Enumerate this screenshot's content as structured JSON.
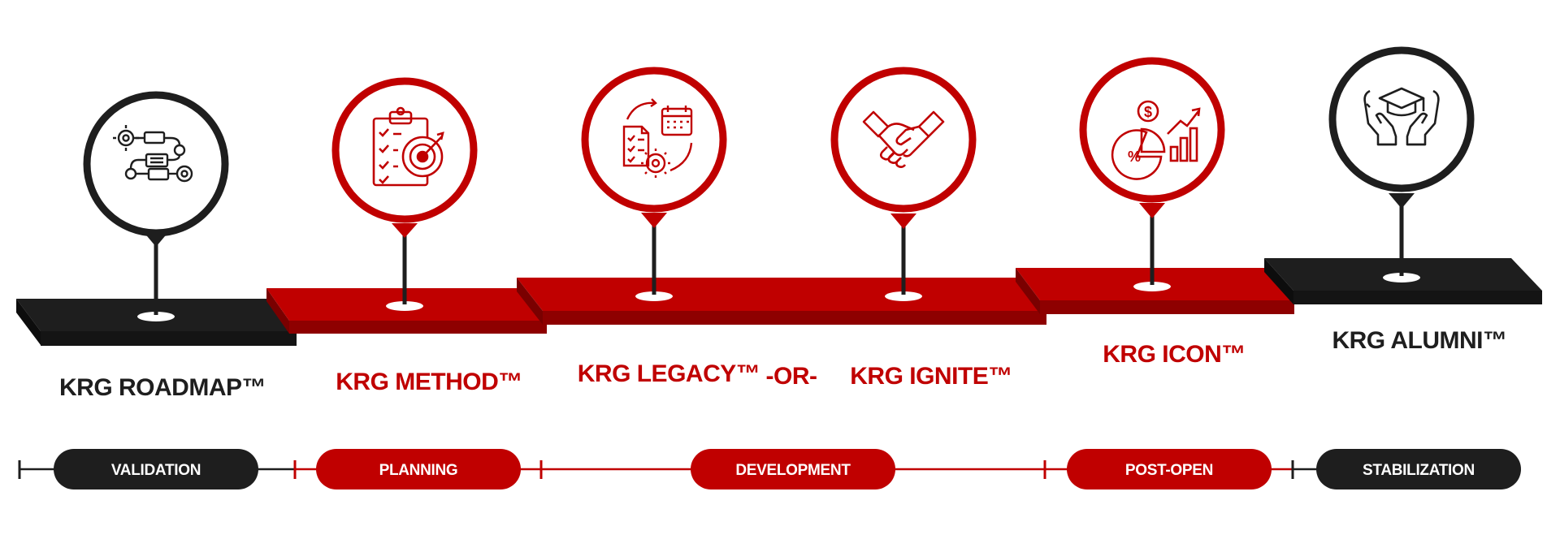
{
  "colors": {
    "red": "#c00000",
    "dark_red": "#8e0000",
    "black": "#1e1e1e",
    "white": "#ffffff"
  },
  "stages": [
    {
      "label": "KRG ROADMAP™",
      "color": "black",
      "icon": "process-flow-icon"
    },
    {
      "label": "KRG METHOD™",
      "color": "red",
      "icon": "clipboard-target-icon"
    },
    {
      "label": "KRG LEGACY™",
      "color": "red",
      "icon": "planning-cycle-icon"
    },
    {
      "label": "KRG IGNITE™",
      "color": "red",
      "icon": "handshake-icon"
    },
    {
      "label": "KRG ICON™",
      "color": "red",
      "icon": "growth-chart-icon"
    },
    {
      "label": "KRG ALUMNI™",
      "color": "black",
      "icon": "graduation-hands-icon"
    }
  ],
  "or_separator": "-OR-",
  "phases": [
    {
      "label": "VALIDATION",
      "color": "black"
    },
    {
      "label": "PLANNING",
      "color": "red"
    },
    {
      "label": "DEVELOPMENT",
      "color": "red"
    },
    {
      "label": "POST-OPEN",
      "color": "red"
    },
    {
      "label": "STABILIZATION",
      "color": "black"
    }
  ]
}
